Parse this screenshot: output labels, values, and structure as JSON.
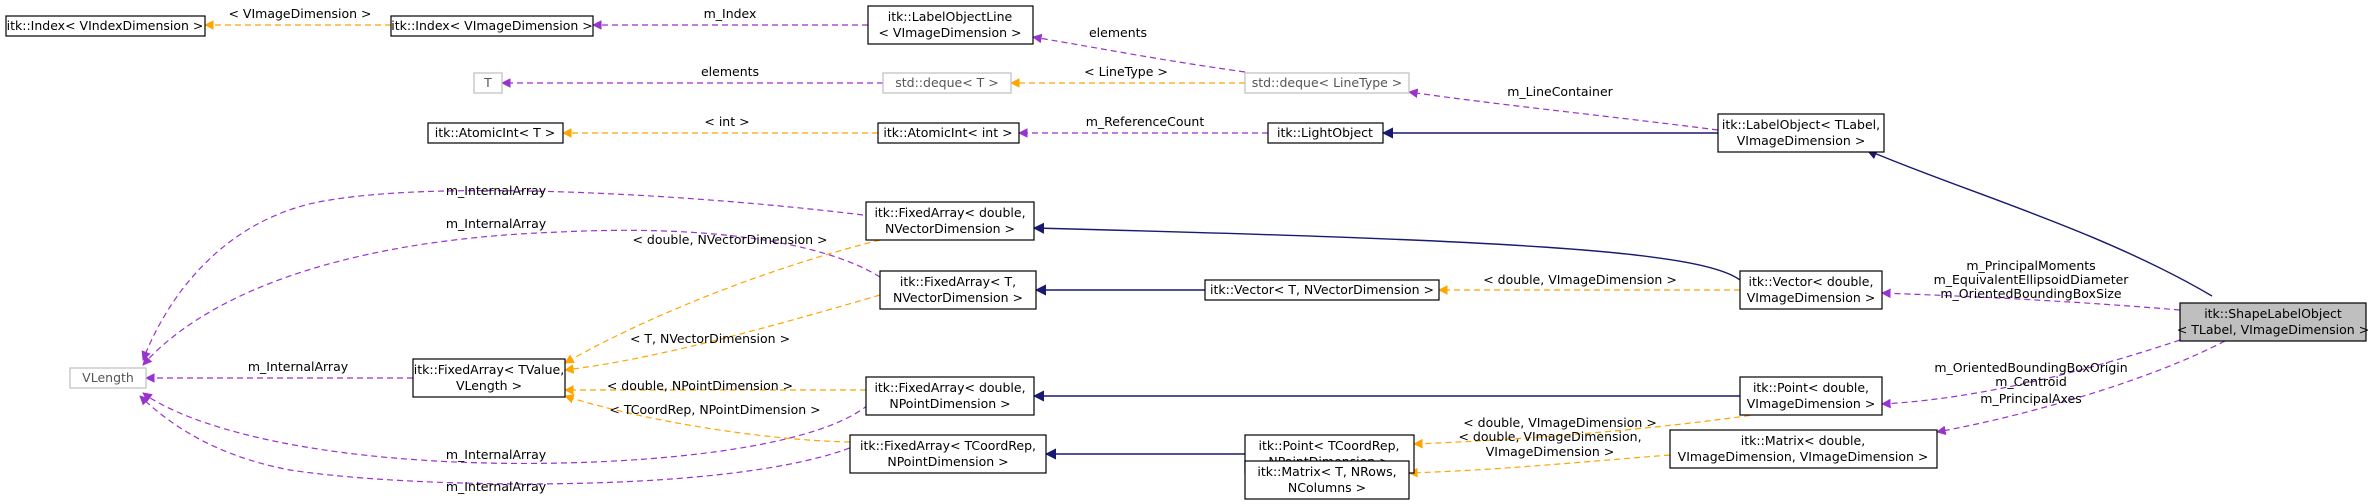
{
  "colors": {
    "template": "#ffa500",
    "member": "#9a32cd",
    "inherit": "#191970",
    "target_fill": "#bfbfbf",
    "grey_border": "#bfbfbf"
  },
  "nodes": [
    {
      "id": "index_vindex",
      "lines": [
        "itk::Index< VIndexDimension >"
      ]
    },
    {
      "id": "index_vimage",
      "lines": [
        "itk::Index< VImageDimension >"
      ]
    },
    {
      "id": "labelobjectline",
      "lines": [
        "itk::LabelObjectLine",
        "< VImageDimension >"
      ]
    },
    {
      "id": "t",
      "lines": [
        "T"
      ]
    },
    {
      "id": "deque_t",
      "lines": [
        "std::deque< T >"
      ]
    },
    {
      "id": "deque_linetype",
      "lines": [
        "std::deque< LineType >"
      ]
    },
    {
      "id": "atomicint_t",
      "lines": [
        "itk::AtomicInt< T >"
      ]
    },
    {
      "id": "atomicint_int",
      "lines": [
        "itk::AtomicInt< int >"
      ]
    },
    {
      "id": "lightobject",
      "lines": [
        "itk::LightObject"
      ]
    },
    {
      "id": "labelobject",
      "lines": [
        "itk::LabelObject< TLabel,",
        "VImageDimension >"
      ]
    },
    {
      "id": "vlength",
      "lines": [
        "VLength"
      ]
    },
    {
      "id": "fixedarray_tvalue",
      "lines": [
        "itk::FixedArray< TValue,",
        "VLength >"
      ]
    },
    {
      "id": "fixedarray_double_nvec",
      "lines": [
        "itk::FixedArray< double,",
        "NVectorDimension >"
      ]
    },
    {
      "id": "fixedarray_t_nvec",
      "lines": [
        "itk::FixedArray< T,",
        "NVectorDimension >"
      ]
    },
    {
      "id": "fixedarray_double_npt",
      "lines": [
        "itk::FixedArray< double,",
        "NPointDimension >"
      ]
    },
    {
      "id": "fixedarray_tcoord_npt",
      "lines": [
        "itk::FixedArray< TCoordRep,",
        "NPointDimension >"
      ]
    },
    {
      "id": "vector_t_nvec",
      "lines": [
        "itk::Vector< T, NVectorDimension >"
      ]
    },
    {
      "id": "vector_double",
      "lines": [
        "itk::Vector< double,",
        "VImageDimension >"
      ]
    },
    {
      "id": "point_double",
      "lines": [
        "itk::Point< double,",
        "VImageDimension >"
      ]
    },
    {
      "id": "point_tcoord",
      "lines": [
        "itk::Point< TCoordRep,",
        "NPointDimension >"
      ]
    },
    {
      "id": "matrix_t",
      "lines": [
        "itk::Matrix< T, NRows,",
        "NColumns >"
      ]
    },
    {
      "id": "matrix_double",
      "lines": [
        "itk::Matrix< double,",
        "VImageDimension, VImageDimension >"
      ]
    },
    {
      "id": "shapelabelobject",
      "lines": [
        "itk::ShapeLabelObject",
        "< TLabel, VImageDimension >"
      ]
    }
  ],
  "edges": [
    {
      "id": "e1",
      "type": "template",
      "label": [
        "< VImageDimension >"
      ]
    },
    {
      "id": "e2",
      "type": "member",
      "label": [
        "m_Index"
      ]
    },
    {
      "id": "e3",
      "type": "member",
      "label": [
        "elements"
      ]
    },
    {
      "id": "e4",
      "type": "member",
      "label": [
        "elements"
      ]
    },
    {
      "id": "e5",
      "type": "template",
      "label": [
        "< LineType >"
      ]
    },
    {
      "id": "e6",
      "type": "member",
      "label": [
        "m_LineContainer"
      ]
    },
    {
      "id": "e7",
      "type": "template",
      "label": [
        "< int >"
      ]
    },
    {
      "id": "e8",
      "type": "member",
      "label": [
        "m_ReferenceCount"
      ]
    },
    {
      "id": "e9",
      "type": "inherit",
      "label": []
    },
    {
      "id": "e10",
      "type": "inherit",
      "label": []
    },
    {
      "id": "e11",
      "type": "member",
      "label": [
        "m_InternalArray"
      ]
    },
    {
      "id": "e12",
      "type": "member",
      "label": [
        "m_InternalArray"
      ]
    },
    {
      "id": "e13",
      "type": "member",
      "label": [
        "m_InternalArray"
      ]
    },
    {
      "id": "e14",
      "type": "member",
      "label": [
        "m_InternalArray"
      ]
    },
    {
      "id": "e15",
      "type": "member",
      "label": [
        "m_InternalArray"
      ]
    },
    {
      "id": "e16",
      "type": "template",
      "label": [
        "< double, NVectorDimension >"
      ]
    },
    {
      "id": "e17",
      "type": "template",
      "label": [
        "< T, NVectorDimension >"
      ]
    },
    {
      "id": "e18",
      "type": "template",
      "label": [
        "< double, NPointDimension >"
      ]
    },
    {
      "id": "e19",
      "type": "template",
      "label": [
        "< TCoordRep, NPointDimension >"
      ]
    },
    {
      "id": "e20",
      "type": "inherit",
      "label": []
    },
    {
      "id": "e21",
      "type": "inherit",
      "label": []
    },
    {
      "id": "e22",
      "type": "inherit",
      "label": []
    },
    {
      "id": "e23",
      "type": "inherit",
      "label": []
    },
    {
      "id": "e24",
      "type": "template",
      "label": [
        "< double, VImageDimension >"
      ]
    },
    {
      "id": "e25",
      "type": "template",
      "label": [
        "< double, VImageDimension >"
      ]
    },
    {
      "id": "e26",
      "type": "template",
      "label": [
        "< double, VImageDimension,",
        "VImageDimension >"
      ]
    },
    {
      "id": "e27",
      "type": "member",
      "label": [
        "m_PrincipalMoments",
        "m_EquivalentEllipsoidDiameter",
        "m_OrientedBoundingBoxSize"
      ]
    },
    {
      "id": "e28",
      "type": "member",
      "label": [
        "m_OrientedBoundingBoxOrigin",
        "m_Centroid"
      ]
    },
    {
      "id": "e29",
      "type": "member",
      "label": [
        "m_PrincipalAxes"
      ]
    }
  ]
}
